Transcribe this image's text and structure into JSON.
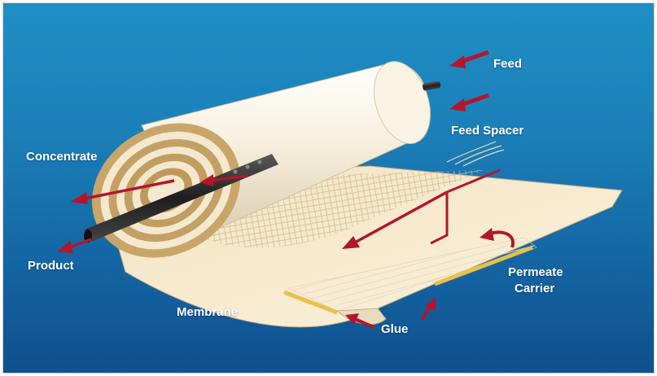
{
  "labels": {
    "feed": "Feed",
    "feed_spacer": "Feed Spacer",
    "concentrate": "Concentrate",
    "product": "Product",
    "membrane": "Membrane",
    "glue": "Glue",
    "permeate_carrier_line1": "Permeate",
    "permeate_carrier_line2": "Carrier"
  },
  "colors": {
    "arrow": "#b3162b",
    "membrane": "#f6e6c8",
    "tube": "#f4ecd8",
    "glue": "#e8c04a",
    "pipe": "#2a2a2a"
  }
}
